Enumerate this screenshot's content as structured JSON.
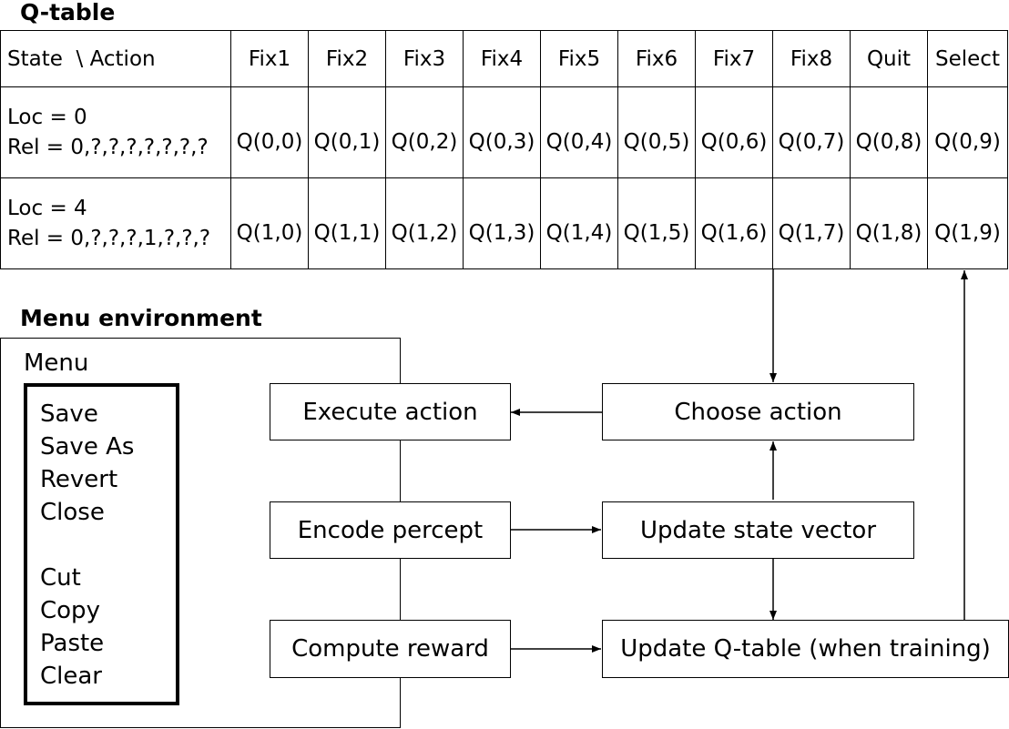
{
  "qtable": {
    "heading": "Q-table",
    "header_state": "State  \\ Action",
    "actions": [
      "Fix1",
      "Fix2",
      "Fix3",
      "Fix4",
      "Fix5",
      "Fix6",
      "Fix7",
      "Fix8",
      "Quit",
      "Select"
    ],
    "rows": [
      {
        "loc": "Loc = 0",
        "rel": "Rel = 0,?,?,?,?,?,?,?",
        "values": [
          "Q(0,0)",
          "Q(0,1)",
          "Q(0,2)",
          "Q(0,3)",
          "Q(0,4)",
          "Q(0,5)",
          "Q(0,6)",
          "Q(0,7)",
          "Q(0,8)",
          "Q(0,9)"
        ]
      },
      {
        "loc": "Loc = 4",
        "rel": "Rel = 0,?,?,?,1,?,?,?",
        "values": [
          "Q(1,0)",
          "Q(1,1)",
          "Q(1,2)",
          "Q(1,3)",
          "Q(1,4)",
          "Q(1,5)",
          "Q(1,6)",
          "Q(1,7)",
          "Q(1,8)",
          "Q(1,9)"
        ]
      }
    ]
  },
  "environment": {
    "heading": "Menu environment",
    "menu_title": "Menu",
    "menu_group1": [
      "Save",
      "Save As",
      "Revert",
      "Close"
    ],
    "menu_group2": [
      "Cut",
      "Copy",
      "Paste",
      "Clear"
    ]
  },
  "processes": {
    "execute_action": "Execute action",
    "encode_percept": "Encode percept",
    "compute_reward": "Compute reward",
    "choose_action": "Choose action",
    "update_state_vector": "Update state vector",
    "update_qtable": "Update Q-table (when training)"
  }
}
